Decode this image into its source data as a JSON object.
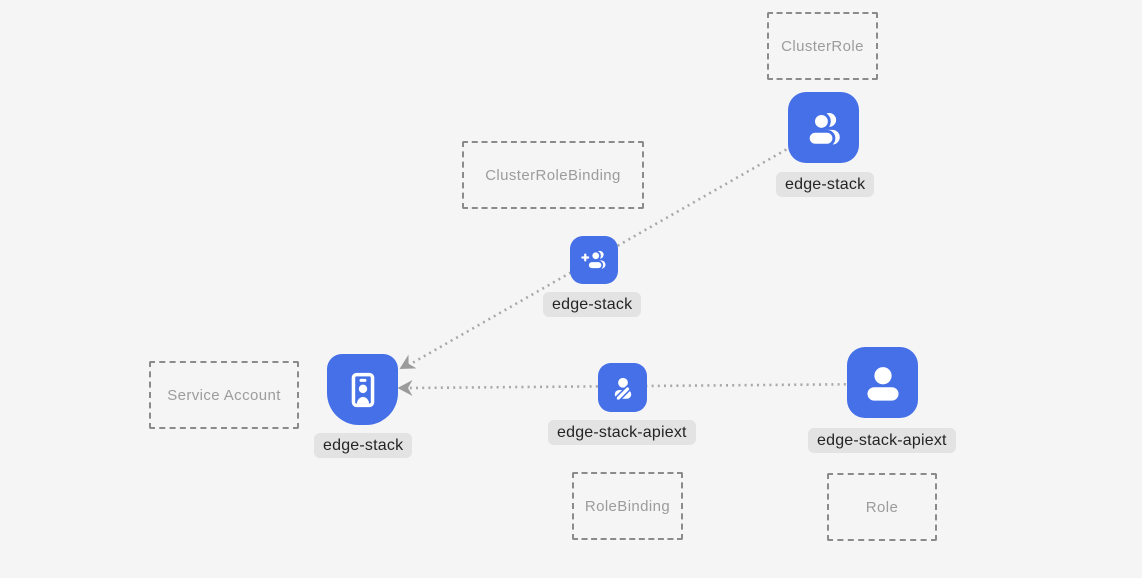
{
  "colors": {
    "background": "#f5f5f6",
    "node_blue": "#4670e8",
    "icon_glyph": "#ffffff",
    "label_pill_bg": "#e3e3e4",
    "label_text": "#242424",
    "box_border": "#8b8b8b",
    "box_text": "#9c9c9c",
    "connector_line": "#a9a9a9",
    "arrowhead": "#9b9b9b"
  },
  "nodes": {
    "cluster_role": {
      "type_label": "ClusterRole",
      "name": "edge-stack",
      "icon": "people-icon"
    },
    "cluster_role_binding": {
      "type_label": "ClusterRoleBinding",
      "name": "edge-stack",
      "icon": "person-add-icon"
    },
    "service_account": {
      "type_label": "Service Account",
      "name": "edge-stack",
      "icon": "badge-icon"
    },
    "role_binding": {
      "type_label": "RoleBinding",
      "name": "edge-stack-apiext",
      "icon": "person-edit-icon"
    },
    "role": {
      "type_label": "Role",
      "name": "edge-stack-apiext",
      "icon": "person-icon"
    }
  },
  "edges": [
    {
      "from": "cluster_role",
      "to": "service_account",
      "through": "cluster_role_binding",
      "style": "dotted-arrow"
    },
    {
      "from": "role",
      "to": "service_account",
      "through": "role_binding",
      "style": "dotted-arrow"
    }
  ]
}
